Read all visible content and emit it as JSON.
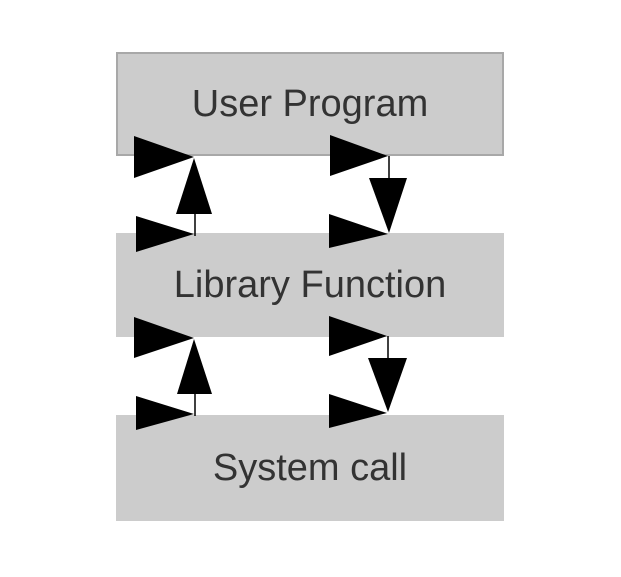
{
  "diagram": {
    "boxes": [
      {
        "id": "user-program",
        "label": "User Program"
      },
      {
        "id": "library-function",
        "label": "Library Function"
      },
      {
        "id": "system-call",
        "label": "System call"
      }
    ],
    "connectors": [
      {
        "between": [
          "Library Function",
          "User Program"
        ],
        "direction": "up",
        "side": "left"
      },
      {
        "between": [
          "User Program",
          "Library Function"
        ],
        "direction": "down",
        "side": "right"
      },
      {
        "between": [
          "System call",
          "Library Function"
        ],
        "direction": "up",
        "side": "left"
      },
      {
        "between": [
          "Library Function",
          "System call"
        ],
        "direction": "down",
        "side": "right"
      }
    ]
  },
  "colors": {
    "background": "#ffffff",
    "box_fill": "#cccccc",
    "box_border": "#a8a8a8",
    "text": "#333333",
    "arrow": "#000000"
  }
}
